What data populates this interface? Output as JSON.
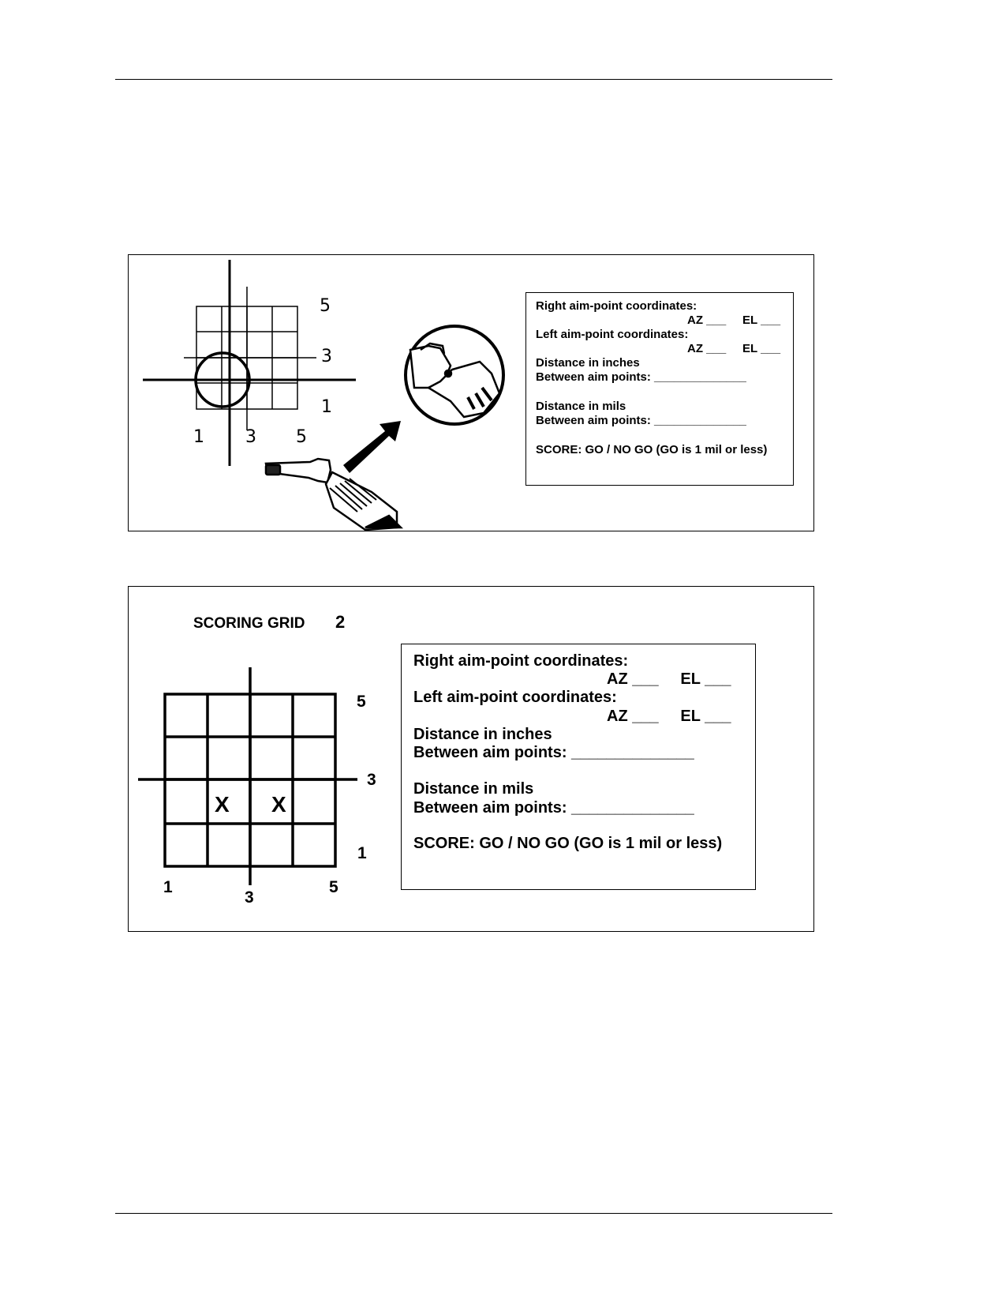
{
  "panel1": {
    "grid_labels": {
      "top_right": "5",
      "mid_right": "3",
      "bottom_right": "1",
      "bottom_left": "1",
      "bottom_mid": "3",
      "bottom_right_x": "5"
    },
    "form": {
      "right_coords": "Right aim-point coordinates:",
      "right_az": "AZ ___     EL ___",
      "left_coords": "Left aim-point coordinates:",
      "left_az": "AZ ___     EL ___",
      "dist_inches": "Distance in inches",
      "between1": "Between aim points: ______________",
      "dist_mils": "Distance in mils",
      "between2": "Between aim points: ______________",
      "score": "SCORE: GO / NO GO (GO is 1 mil or less)"
    }
  },
  "panel2": {
    "title": "SCORING GRID",
    "number": "2",
    "grid_labels": {
      "top_right": "5",
      "mid_right": "3",
      "bottom_right": "1",
      "bottom_left": "1",
      "bottom_mid": "3",
      "bottom_right_x": "5"
    },
    "marks": [
      "X",
      "X"
    ],
    "form": {
      "right_coords": "Right aim-point coordinates:",
      "right_az": "AZ ___     EL ___",
      "left_coords": "Left aim-point coordinates:",
      "left_az": "AZ ___     EL ___",
      "dist_inches": "Distance in inches",
      "between1": "Between aim points: ______________",
      "dist_mils": "Distance in mils",
      "between2": "Between aim points: ______________",
      "score": "SCORE: GO / NO GO (GO is 1 mil or less)"
    }
  }
}
